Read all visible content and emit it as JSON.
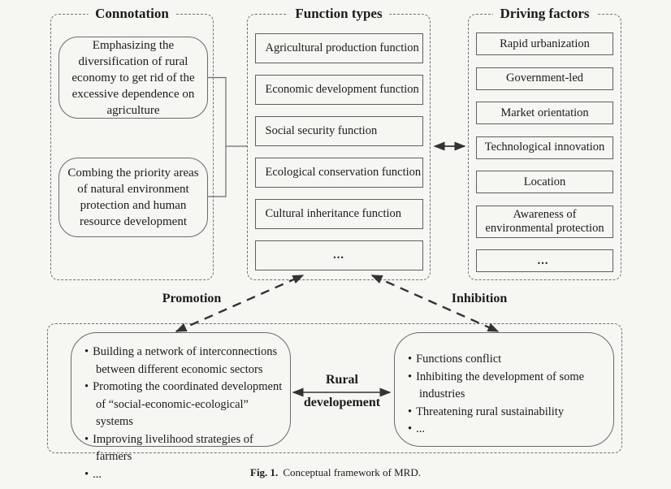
{
  "figure": {
    "caption_prefix": "Fig. 1.",
    "caption_text": "Conceptual framework of MRD."
  },
  "connotation": {
    "title": "Connotation",
    "boxes": [
      "Emphasizing the diversification of rural economy to get rid of the excessive dependence on agriculture",
      "Combing the priority areas of natural environment protection and human resource development"
    ]
  },
  "function_types": {
    "title": "Function types",
    "items": [
      "Agricultural production function",
      "Economic development function",
      "Social security function",
      "Ecological conservation function",
      "Cultural inheritance function",
      "..."
    ]
  },
  "driving_factors": {
    "title": "Driving factors",
    "items": [
      "Rapid urbanization",
      "Government-led",
      "Market orientation",
      "Technological innovation",
      "Location",
      "Awareness of environmental protection",
      "..."
    ]
  },
  "relations": {
    "promotion_label": "Promotion",
    "inhibition_label": "Inhibition",
    "rural_label_line1": "Rural",
    "rural_label_line2": "developement"
  },
  "outcomes": {
    "promotion_effects": [
      "Building a network of interconnections between different economic sectors",
      "Promoting the coordinated development of “social-economic-ecological” systems",
      "Improving livelihood strategies of farmers",
      "..."
    ],
    "inhibition_effects": [
      "Functions conflict",
      "Inhibiting the development of some industries",
      "Threatening rural sustainability",
      "..."
    ]
  },
  "colors": {
    "background": "#f6f6f3",
    "text": "#1b1b1b",
    "arrow": "#3a3a3a",
    "box_border": "#5f5f5f",
    "dashed_border": "#6e6e6e"
  }
}
